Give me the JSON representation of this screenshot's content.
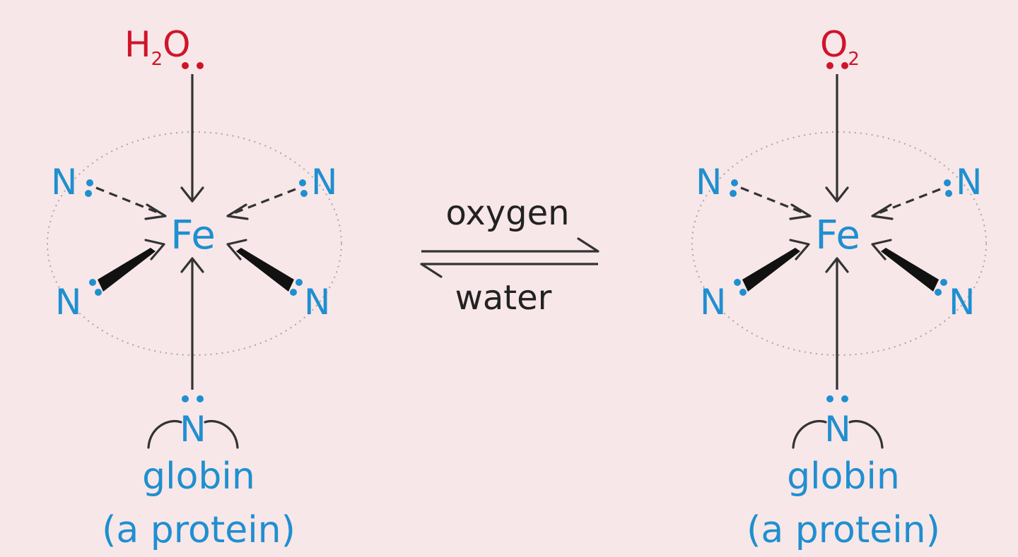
{
  "left_complex": {
    "ligand_main": "H",
    "ligand_sub": "2",
    "ligand_tail": "O",
    "metal": "Fe",
    "n_upper_left": "N",
    "n_upper_right": "N",
    "n_lower_left": "N",
    "n_lower_right": "N",
    "n_axial": "N",
    "protein_name": "globin",
    "protein_note": "(a protein)"
  },
  "right_complex": {
    "ligand_main": "O",
    "ligand_sub": "2",
    "metal": "Fe",
    "n_upper_left": "N",
    "n_upper_right": "N",
    "n_lower_left": "N",
    "n_lower_right": "N",
    "n_axial": "N",
    "protein_name": "globin",
    "protein_note": "(a protein)"
  },
  "equilibrium": {
    "forward_label": "oxygen",
    "reverse_label": "water"
  },
  "colors": {
    "background": "#f7e7e9",
    "nitrogen_iron": "#1f8fd0",
    "oxygen_ligand": "#d0142a",
    "bonds": "#333333"
  }
}
